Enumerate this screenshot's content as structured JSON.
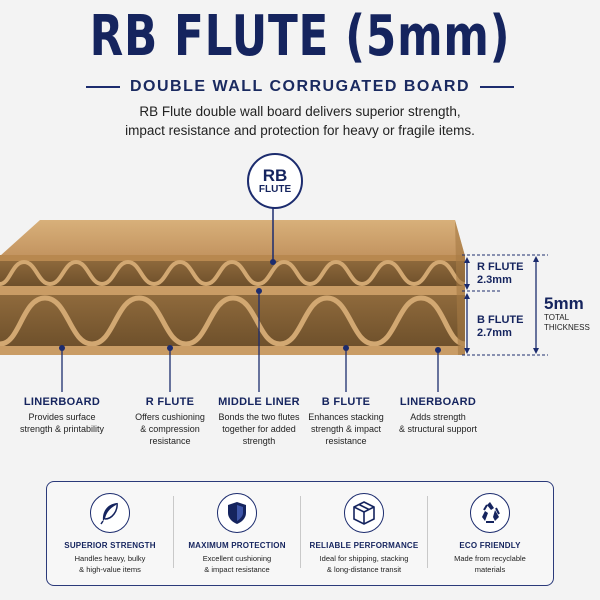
{
  "header": {
    "title": "RB FLUTE (5mm)",
    "subtitle": "DOUBLE WALL CORRUGATED BOARD",
    "description_line1": "RB Flute double wall board delivers superior strength,",
    "description_line2": "impact resistance and protection for heavy or fragile items."
  },
  "badge": {
    "line1": "RB",
    "line2": "FLUTE"
  },
  "measurements": {
    "r_flute": {
      "label": "R FLUTE",
      "value": "2.3mm"
    },
    "b_flute": {
      "label": "B FLUTE",
      "value": "2.7mm"
    },
    "total": {
      "value": "5mm",
      "label1": "TOTAL",
      "label2": "THICKNESS"
    }
  },
  "layers": [
    {
      "title": "LINERBOARD",
      "desc1": "Provides surface",
      "desc2": "strength & printability",
      "desc3": ""
    },
    {
      "title": "R FLUTE",
      "desc1": "Offers cushioning",
      "desc2": "& compression",
      "desc3": "resistance"
    },
    {
      "title": "MIDDLE LINER",
      "desc1": "Bonds the two flutes",
      "desc2": "together for added",
      "desc3": "strength"
    },
    {
      "title": "B FLUTE",
      "desc1": "Enhances stacking",
      "desc2": "strength & impact",
      "desc3": "resistance"
    },
    {
      "title": "LINERBOARD",
      "desc1": "Adds strength",
      "desc2": "& structural support",
      "desc3": ""
    }
  ],
  "features": [
    {
      "icon": "feather-icon",
      "title": "SUPERIOR STRENGTH",
      "desc1": "Handles heavy, bulky",
      "desc2": "& high-value items"
    },
    {
      "icon": "shield-icon",
      "title": "MAXIMUM PROTECTION",
      "desc1": "Excellent cushioning",
      "desc2": "& impact resistance"
    },
    {
      "icon": "box-icon",
      "title": "RELIABLE PERFORMANCE",
      "desc1": "Ideal for shipping, stacking",
      "desc2": "& long-distance transit"
    },
    {
      "icon": "recycle-icon",
      "title": "ECO FRIENDLY",
      "desc1": "Made from recyclable",
      "desc2": "materials"
    }
  ],
  "colors": {
    "navy": "#15245e",
    "kraft": "#c89b62",
    "kraft_dark": "#9c7442",
    "background": "#f3f3f3"
  }
}
